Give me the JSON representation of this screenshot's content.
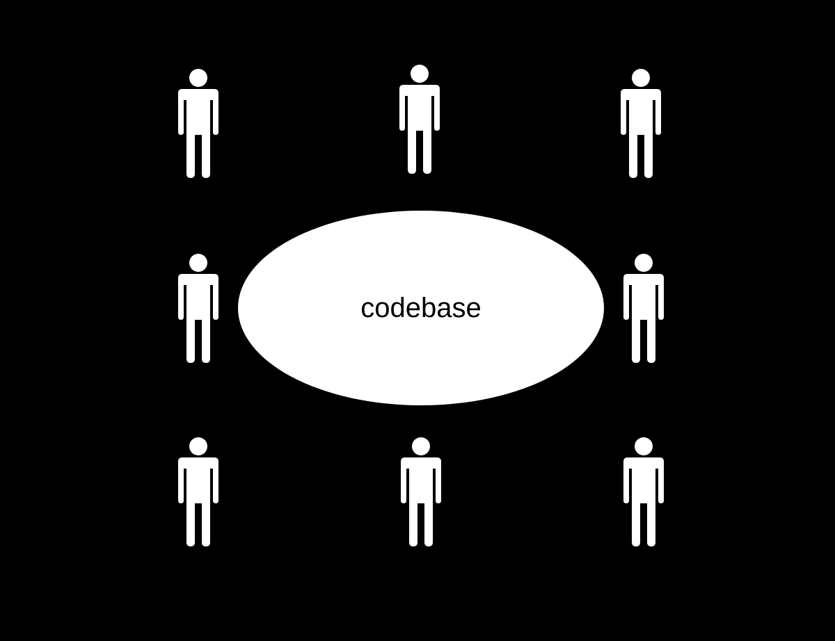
{
  "diagram": {
    "center_label": "codebase",
    "background_color": "#000000",
    "foreground_color": "#ffffff",
    "people": [
      {
        "icon": "person-icon",
        "position": "top-left"
      },
      {
        "icon": "person-icon",
        "position": "top-center"
      },
      {
        "icon": "person-icon",
        "position": "top-right"
      },
      {
        "icon": "person-icon",
        "position": "middle-left"
      },
      {
        "icon": "person-icon",
        "position": "middle-right"
      },
      {
        "icon": "person-icon",
        "position": "bottom-left"
      },
      {
        "icon": "person-icon",
        "position": "bottom-center"
      },
      {
        "icon": "person-icon",
        "position": "bottom-right"
      }
    ]
  }
}
